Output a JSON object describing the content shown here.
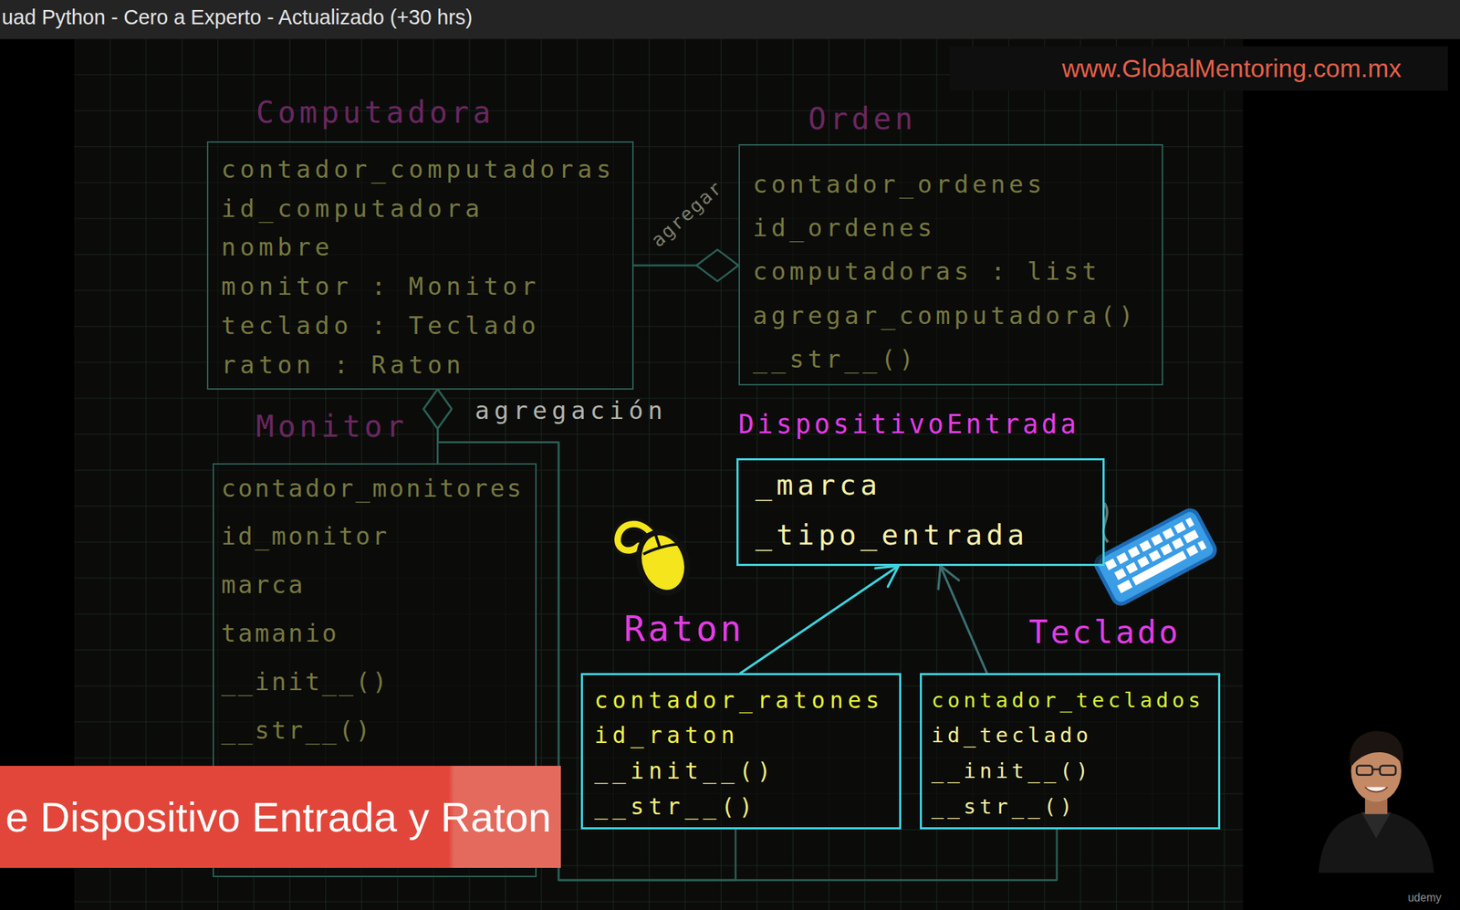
{
  "diagram": {
    "nodes": [
      {
        "text": [
          "Computadora",
          "contador_computadoras",
          "id_computadora",
          "nombre",
          "monitor : Monitor",
          "teclado : Teclado",
          "raton : Raton"
        ]
      },
      {
        "text": [
          "Orden",
          "contador_ordenes",
          "id_ordenes",
          "computadoras : list",
          "agregar_computadora()",
          "__str__()"
        ]
      },
      {
        "text": [
          "Monitor",
          "contador_monitores",
          "id_monitor",
          "marca",
          "tamanio",
          "__init__()",
          "__str__()"
        ]
      },
      {
        "text": [
          "DispositivoEntrada",
          "_marca",
          "_tipo_entrada"
        ]
      },
      {
        "text": [
          "Raton",
          "contador_ratones",
          "id_raton",
          "__init__()",
          "__str__()"
        ]
      },
      {
        "text": [
          "Teclado",
          "contador_teclados",
          "id_teclado",
          "__init__()",
          "__str__()"
        ]
      }
    ],
    "edges": [
      {
        "from": 0,
        "to": 1,
        "arrow": "to",
        "label": "agregar"
      },
      {
        "from": 2,
        "to": 0,
        "arrow": "to",
        "label": "agregación"
      },
      {
        "from": 4,
        "to": 0,
        "arrow": "to"
      },
      {
        "from": 5,
        "to": 0,
        "arrow": "to"
      },
      {
        "from": 4,
        "to": 3,
        "arrow": "to"
      },
      {
        "from": 5,
        "to": 3,
        "arrow": "to"
      }
    ],
    "labels": [
      "uad Python - Cero a Experto - Actualizado (+30 hrs)",
      "www.GlobalMentoring.com.mx",
      "e Dispositivo Entrada y Raton",
      "udemy"
    ]
  }
}
